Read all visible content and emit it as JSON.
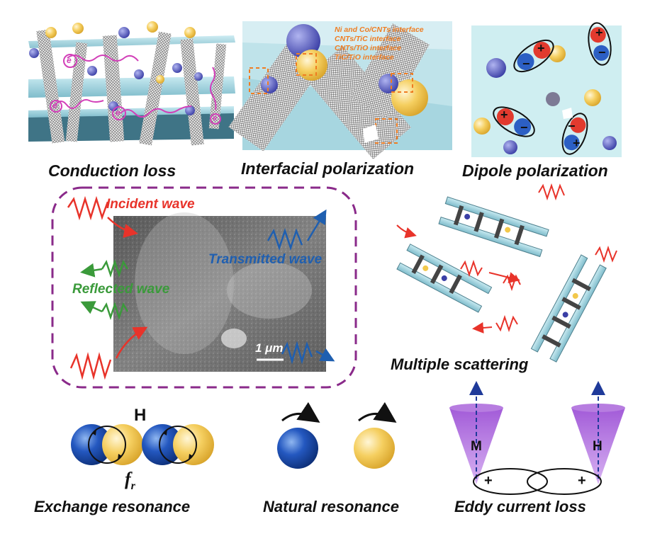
{
  "captions": {
    "conduction": "Conduction loss",
    "interfacial": "Interfacial polarization",
    "dipole": "Dipole polarization",
    "scattering": "Multiple scattering",
    "exchange": "Exchange resonance",
    "natural": "Natural resonance",
    "eddy": "Eddy current loss"
  },
  "interface_labels": [
    "Ni and Co/CNTs interface",
    "CNTs/TiC interface",
    "CNTs/TiO interface",
    "TiC/TiO interface"
  ],
  "waves": {
    "incident": "Incident wave",
    "transmitted": "Transmitted wave",
    "reflected": "Reflected wave"
  },
  "scale_bar": "1 μm",
  "electron": "e",
  "symbols": {
    "H_exchange": "H",
    "fr": "f",
    "fr_sub": "r",
    "M": "M",
    "H_eddy": "H",
    "plus": "+",
    "minus": "−"
  },
  "colors": {
    "red_wave": "#e8332a",
    "blue_wave": "#1f5fb0",
    "green_wave": "#3a9a3a",
    "dashed_box": "#8a2a8a",
    "orange_label": "#ef7d22",
    "sheet": "#9fd3de",
    "ball_blue": "#1d4fae",
    "ball_yellow": "#f2c84b",
    "cone": "#a25bd8"
  }
}
